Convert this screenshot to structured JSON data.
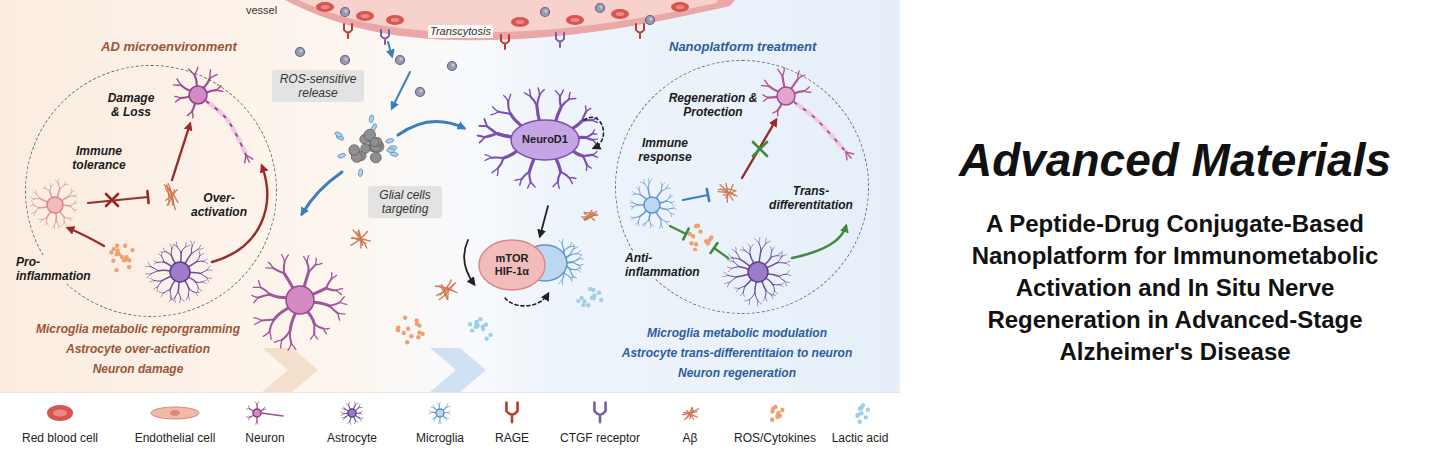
{
  "diagram": {
    "title": "Advanced Materials",
    "caption": "A Peptide-Drug Conjugate-Based Nanoplatform for Immunometabolic Activation and In Situ Nerve Regeneration in Advanced-Stage Alzheimer's Disease",
    "nodes": [
      {
        "text": [
          "AD microenvironment",
          "Damage & Loss",
          "Immune tolerance",
          "Over-activation",
          "Pro-inflammation"
        ]
      },
      {
        "text": [
          "Nanoplatform treatment",
          "Regeneration & Protection",
          "Immune response",
          "Trans-differentitation",
          "Anti-inflammation"
        ]
      }
    ],
    "labels": [
      "vessel",
      "Transcytosis",
      "ROS-sensitive release",
      "Glial cells targeting",
      "NeuroD1",
      "mTOR HIF-1α",
      "Microglia metabolic reporgramming",
      "Astrocyte over-activation",
      "Neuron damage",
      "Microglia metabolic modulation",
      "Astrocyte trans-differentitaion to neuron",
      "Neuron regeneration"
    ],
    "legend": [
      {
        "text": "Red blood cell"
      },
      {
        "text": "Endothelial cell"
      },
      {
        "text": "Neuron"
      },
      {
        "text": "Astrocyte"
      },
      {
        "text": "Microglia"
      },
      {
        "text": "RAGE"
      },
      {
        "text": "CTGF receptor"
      },
      {
        "text": "Aβ"
      },
      {
        "text": "ROS/Cytokines"
      },
      {
        "text": "Lactic acid"
      }
    ]
  }
}
